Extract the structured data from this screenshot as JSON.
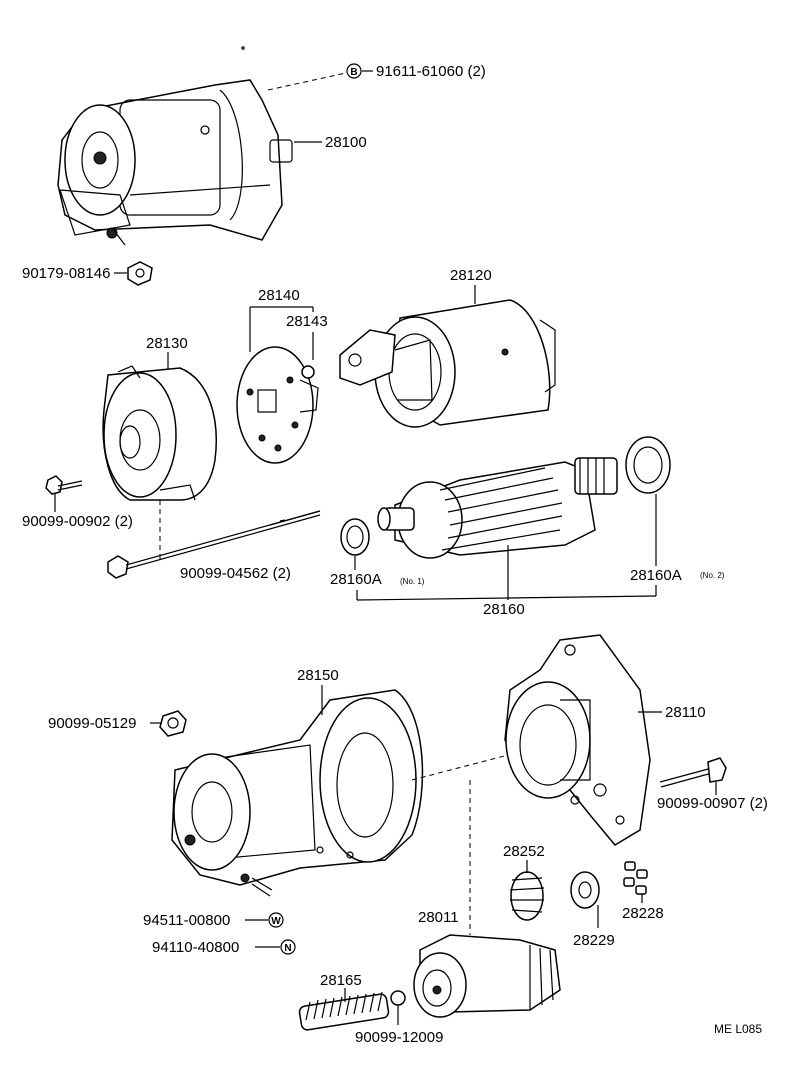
{
  "diagram": {
    "parts": {
      "p28100": "28100",
      "p91611": "91611-61060 (2)",
      "p90179": "90179-08146",
      "p28140": "28140",
      "p28143": "28143",
      "p28120": "28120",
      "p28130": "28130",
      "p90099_00902": "90099-00902 (2)",
      "p90099_04562": "90099-04562 (2)",
      "p28160A_1": "28160A",
      "p28160A_1_note": "(No. 1)",
      "p28160A_2": "28160A",
      "p28160A_2_note": "(No. 2)",
      "p28160": "28160",
      "p28150": "28150",
      "p90099_05129": "90099-05129",
      "p28110": "28110",
      "p90099_00907": "90099-00907 (2)",
      "p28252": "28252",
      "p28228": "28228",
      "p28229": "28229",
      "p28011": "28011",
      "p94511": "94511-00800",
      "p94110": "94110-40800",
      "p28165": "28165",
      "p90099_12009": "90099-12009"
    },
    "markers": {
      "B": "B",
      "W": "W",
      "N": "N"
    },
    "footer_code": "ME  L085"
  }
}
